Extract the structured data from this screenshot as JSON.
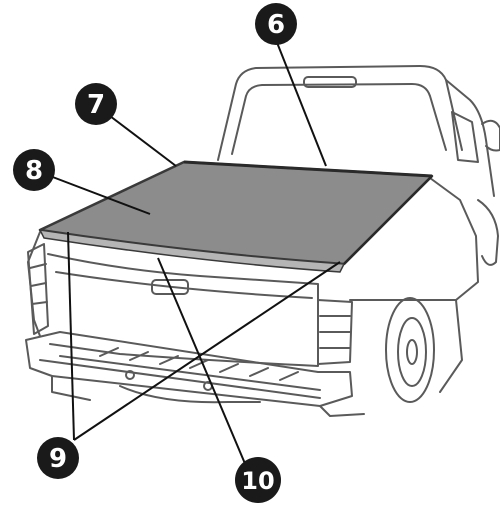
{
  "callouts": [
    {
      "id": "6",
      "label": "6"
    },
    {
      "id": "7",
      "label": "7"
    },
    {
      "id": "8",
      "label": "8"
    },
    {
      "id": "9",
      "label": "9"
    },
    {
      "id": "10",
      "label": "10"
    }
  ],
  "colors": {
    "outline": "#5a5a5a",
    "cover": "#8c8c8c",
    "cover_edge": "#3a3a3a",
    "badge": "#1a1a1a",
    "badge_text": "#ffffff",
    "leader": "#111111"
  }
}
